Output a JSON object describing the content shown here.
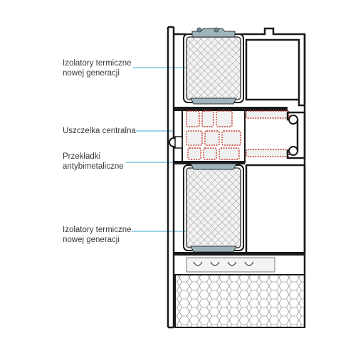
{
  "labels": {
    "insulators_top": [
      "Izolatory termiczne",
      "nowej generacji"
    ],
    "central_seal": "Uszczelka centralna",
    "antibimetallic": [
      "Przekładki",
      "antybimetaliczne"
    ],
    "insulators_bottom": [
      "Izolatory termiczne",
      "nowej generacji"
    ]
  },
  "colors": {
    "leader": "#3fa9d6",
    "frame": "#1a1a1a",
    "insulator_fill": "#b8b8b8",
    "gasket": "#c0392b",
    "mesh": "#6b6b6b"
  }
}
